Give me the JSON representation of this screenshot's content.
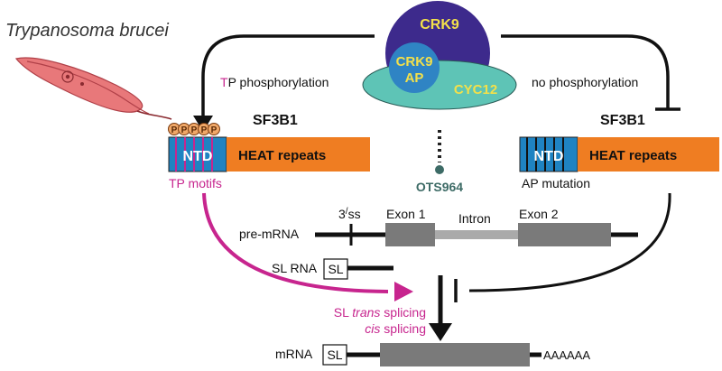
{
  "organism": "Trypanosoma brucei",
  "complex": {
    "crk9": "CRK9",
    "crk9_ap_line1": "CRK9",
    "crk9_ap_line2": "AP",
    "cyc12": "CYC12"
  },
  "inhibitor": {
    "label": "OTS964"
  },
  "left_branch": {
    "arrow_label_prefix": "T",
    "arrow_label_rest": "P phosphorylation",
    "protein": "SF3B1",
    "ntd": "NTD",
    "heat": "HEAT repeats",
    "phospho_sites": [
      "P",
      "P",
      "P",
      "P",
      "P"
    ],
    "motif_prefix": "TP",
    "motif_rest": " motifs"
  },
  "right_branch": {
    "arrow_label": "no phosphorylation",
    "protein": "SF3B1",
    "ntd": "NTD",
    "heat": "HEAT repeats",
    "mutation_label": "AP mutation"
  },
  "pre_mrna": {
    "label": "pre-mRNA",
    "splice_site": "3",
    "splice_site_mark": "/",
    "splice_site_suffix": "ss",
    "exon1": "Exon 1",
    "intron": "Intron",
    "exon2": "Exon 2"
  },
  "sl_rna": {
    "label": "SL RNA",
    "box": "SL"
  },
  "splicing": {
    "trans_prefix": "SL ",
    "trans_italic": "trans",
    "trans_suffix": " splicing",
    "cis_italic": "cis",
    "cis_suffix": " splicing"
  },
  "mrna": {
    "label": "mRNA",
    "box": "SL",
    "polya": "AAAAAA"
  },
  "colors": {
    "crk9_circle": "#3d2a8c",
    "crk9_ap_circle": "#2f84c4",
    "cyc12_ellipse": "#5ec4b6",
    "label_yellow": "#f3e04a",
    "ntd_blue": "#1f83c2",
    "heat_orange": "#ef7d22",
    "magenta": "#c7258e",
    "phospho": "#f0a868",
    "inhibitor": "#3d6b66",
    "exon_gray": "#7a7a7a",
    "intron_gray": "#aaaaaa",
    "trypanosome": "#e8787a"
  }
}
